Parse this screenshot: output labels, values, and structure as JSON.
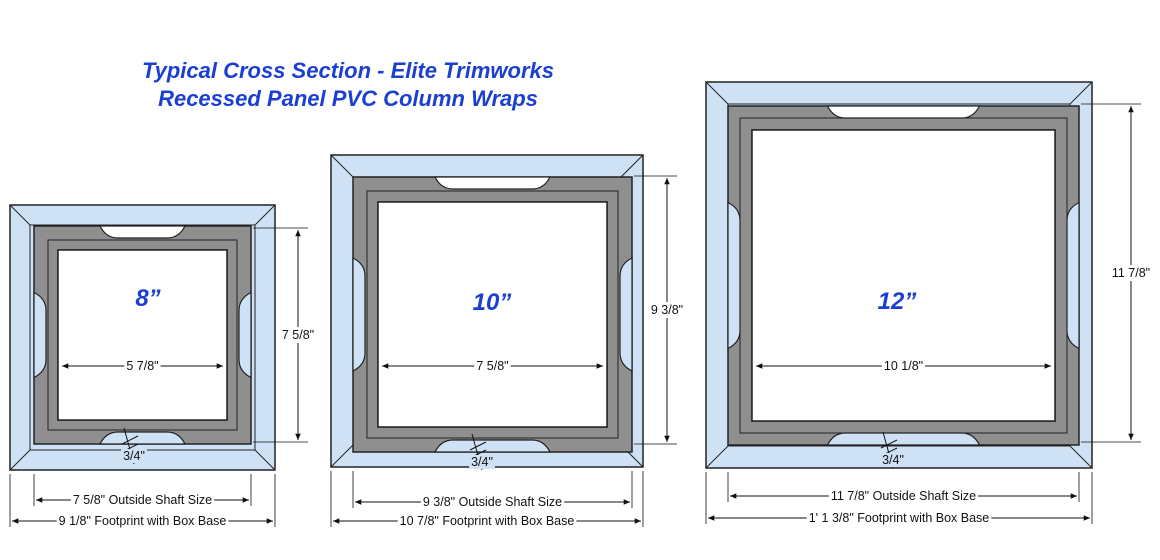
{
  "title": {
    "line1": "Typical Cross Section - Elite Trimworks",
    "line2": "Recessed Panel PVC Column Wraps"
  },
  "colors": {
    "title": "#1a3fd1",
    "wrap_outer": "#cfe2f5",
    "panel_gray": "#8f8f8f",
    "dark_outline": "#222222"
  },
  "columns": [
    {
      "size_label": "8”",
      "inner_width": "5 7/8\"",
      "height": "7 5/8\"",
      "thickness": "3/4\"",
      "outside_shaft": "7 5/8\" Outside Shaft Size",
      "footprint": "9 1/8\" Footprint with Box Base"
    },
    {
      "size_label": "10”",
      "inner_width": "7 5/8\"",
      "height": "9 3/8\"",
      "thickness": "3/4\"",
      "outside_shaft": "9 3/8\" Outside Shaft Size",
      "footprint": "10 7/8\" Footprint with Box Base"
    },
    {
      "size_label": "12”",
      "inner_width": "10 1/8\"",
      "height": "11 7/8\"",
      "thickness": "3/4\"",
      "outside_shaft": "11 7/8\" Outside Shaft Size",
      "footprint": "1' 1 3/8\" Footprint with Box Base"
    }
  ]
}
